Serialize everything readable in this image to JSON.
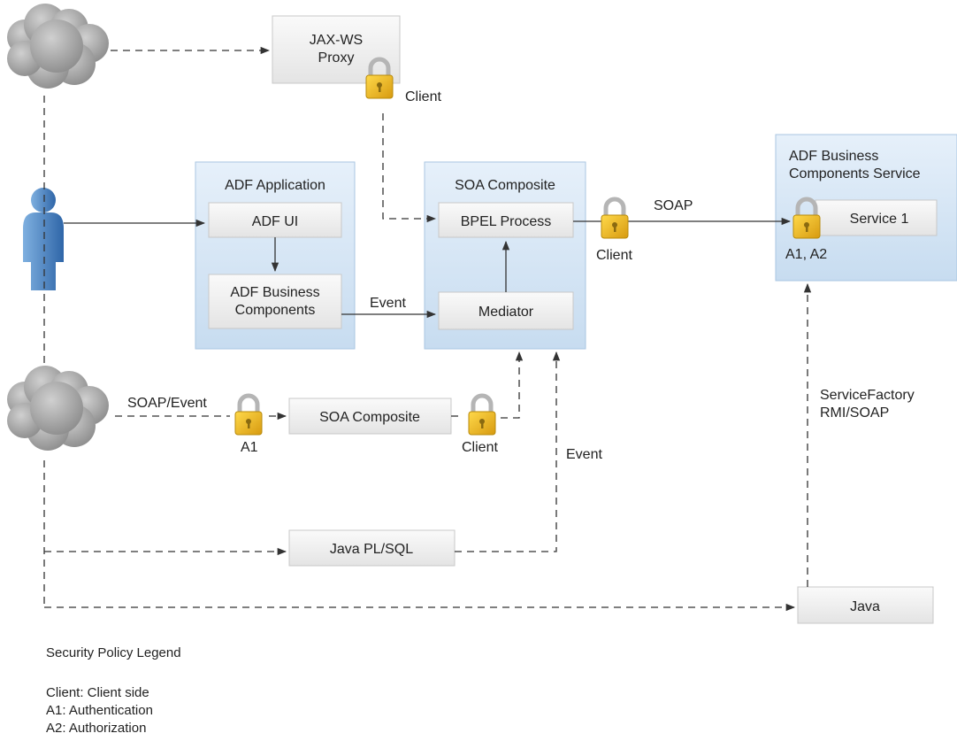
{
  "nodes": {
    "jaxws_proxy": "JAX-WS\nProxy",
    "adf_application": "ADF Application",
    "adf_ui": "ADF UI",
    "adf_bc": "ADF Business\nComponents",
    "soa_composite_group": "SOA Composite",
    "bpel_process": "BPEL Process",
    "mediator": "Mediator",
    "adf_bc_service": "ADF Business\nComponents Service",
    "service1": "Service 1",
    "soa_composite_box": "SOA Composite",
    "java_plsql": "Java PL/SQL",
    "java": "Java"
  },
  "edge_labels": {
    "event_adfbc_mediator": "Event",
    "soap": "SOAP",
    "soap_event": "SOAP/Event",
    "event_plsql": "Event",
    "servicefactory": "ServiceFactory\nRMI/SOAP"
  },
  "lock_labels": {
    "proxy_client": "Client",
    "bpel_client": "Client",
    "service_a1a2": "A1, A2",
    "soap_event_a1": "A1",
    "soa_composite_client": "Client"
  },
  "legend": {
    "title": "Security Policy Legend",
    "items": [
      "Client: Client side",
      "A1: Authentication",
      "A2: Authorization"
    ]
  },
  "colors": {
    "group_fill": "#d6e6f5",
    "group_border": "#a9c6e2",
    "box_fill": "#f2f2f2",
    "box_border": "#c8c8c8",
    "lock_gold": "#f2b81c",
    "lock_shackle": "#b9b9b9",
    "cloud": "#a6a6a6",
    "person": "#4f86c6",
    "line": "#333333"
  }
}
